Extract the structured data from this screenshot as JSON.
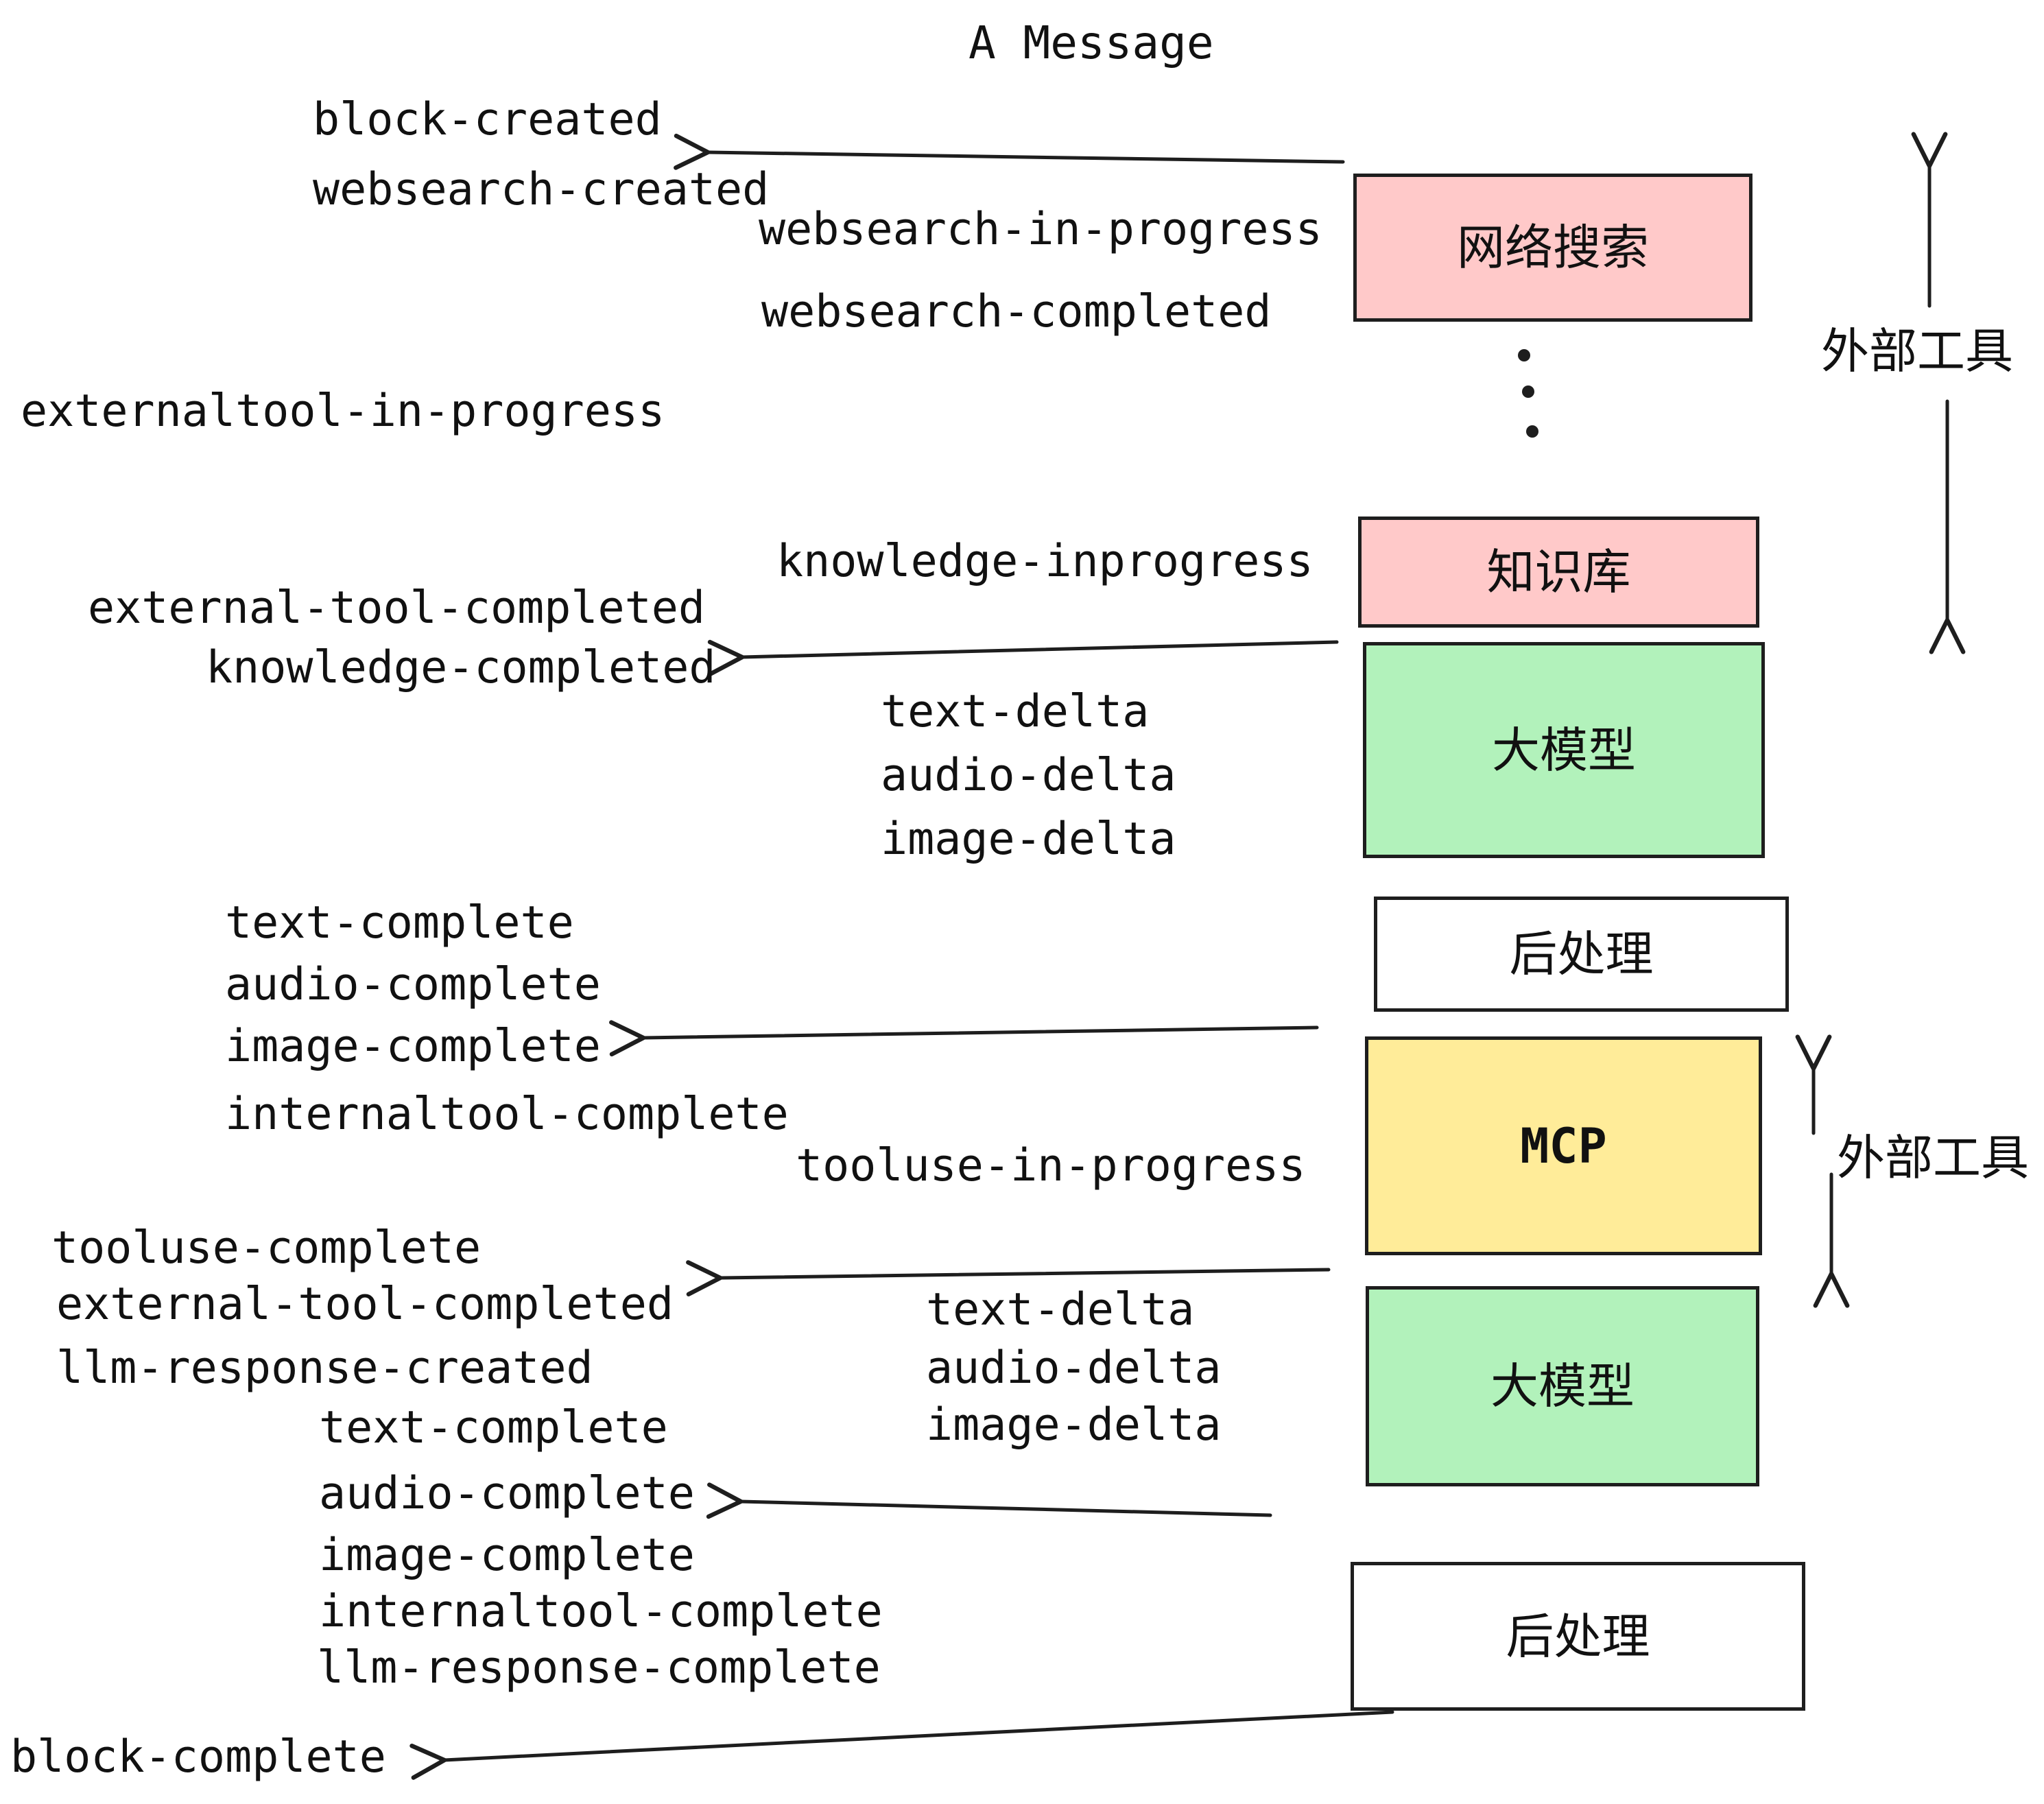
{
  "title": "A Message",
  "boxes": {
    "websearch": "网络搜索",
    "knowledge": "知识库",
    "llm_top": "大模型",
    "post_top": "后处理",
    "mcp": "MCP",
    "llm_bottom": "大模型",
    "post_bottom": "后处理"
  },
  "side_labels": {
    "external_tools_top": "外部工具",
    "external_tools_bottom": "外部工具"
  },
  "events": {
    "block_created": "block-created",
    "websearch_created": "websearch-created",
    "websearch_in_progress": "websearch-in-progress",
    "websearch_completed": "websearch-completed",
    "externaltool_in_progress": "externaltool-in-progress",
    "knowledge_inprogress": "knowledge-inprogress",
    "external_tool_completed": "external-tool-completed",
    "knowledge_completed": "knowledge-completed",
    "text_delta": "text-delta",
    "audio_delta": "audio-delta",
    "image_delta": "image-delta",
    "text_complete": "text-complete",
    "audio_complete": "audio-complete",
    "image_complete": "image-complete",
    "internaltool_complete": "internaltool-complete",
    "tooluse_in_progress": "tooluse-in-progress",
    "tooluse_complete": "tooluse-complete",
    "llm_response_created": "llm-response-created",
    "llm_response_complete": "llm-response-complete",
    "block_complete": "block-complete"
  },
  "colors": {
    "pink": "#ffc9c9",
    "green": "#b2f2bb",
    "yellow": "#ffec99",
    "white": "#ffffff",
    "stroke": "#1e1e1e",
    "text": "#111111",
    "bg": "#ffffff"
  }
}
